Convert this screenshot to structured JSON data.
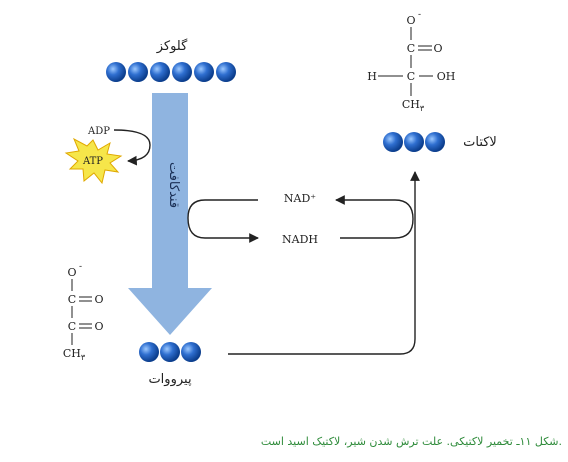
{
  "labels": {
    "glucose": "گلوکز",
    "adp": "ADP",
    "atp": "ATP",
    "glycolysis": "قندکافت",
    "nad_plus": "NAD⁺",
    "nadh": "NADH",
    "pyruvate": "پیرووات",
    "lactate": "لاکتات"
  },
  "pyruvate_structure": {
    "o_minus": "O",
    "charge": "-",
    "c1": "C",
    "eq1": "O",
    "c2": "C",
    "eq2": "O",
    "ch3": "CH",
    "sub": "٣"
  },
  "lactate_structure": {
    "o_minus": "O",
    "charge": "-",
    "c1": "C",
    "eq1": "O",
    "h": "H",
    "c2": "C",
    "oh": "OH",
    "ch3": "CH",
    "sub": "٣"
  },
  "caption": "شکل ١١ـ تخمیر لاکتیکی. علت ترش شدن شیر، لاکتیک اسید است.",
  "colors": {
    "bead": "#1f5fbf",
    "bead_highlight": "#8fc0ff",
    "big_arrow": "#8fb4e0",
    "caption": "#2e8b3a",
    "atp_burst": "#f6e64a"
  }
}
